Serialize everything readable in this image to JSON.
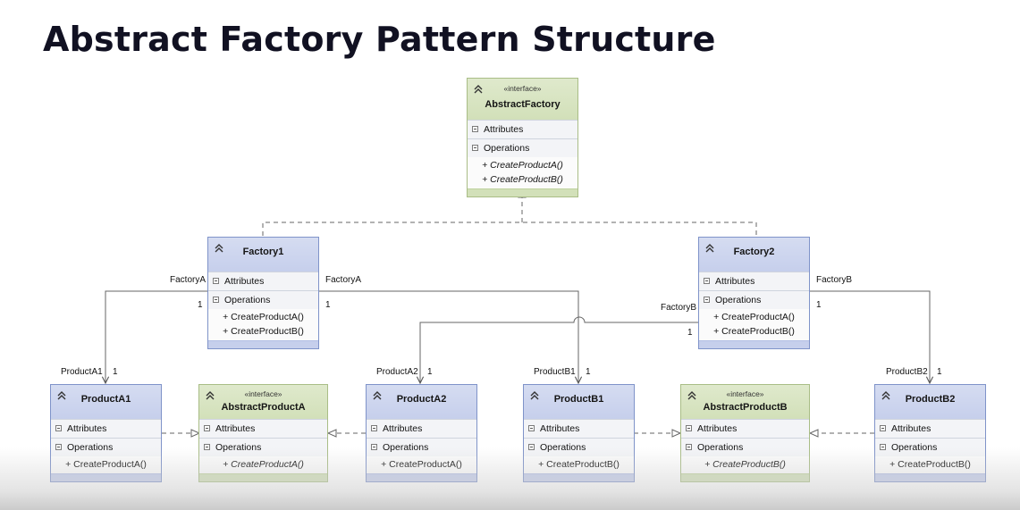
{
  "title": "Abstract Factory Pattern Structure",
  "sections": {
    "attributes": "Attributes",
    "operations": "Operations"
  },
  "stereotype": "«interface»",
  "classes": {
    "abstract_factory": {
      "name": "AbstractFactory",
      "ops": [
        "+ CreateProductA()",
        "+ CreateProductB()"
      ]
    },
    "factory1": {
      "name": "Factory1",
      "ops": [
        "+ CreateProductA()",
        "+ CreateProductB()"
      ]
    },
    "factory2": {
      "name": "Factory2",
      "ops": [
        "+ CreateProductA()",
        "+ CreateProductB()"
      ]
    },
    "product_a1": {
      "name": "ProductA1",
      "ops": [
        "+ CreateProductA()"
      ]
    },
    "abstract_product_a": {
      "name": "AbstractProductA",
      "ops": [
        "+ CreateProductA()"
      ]
    },
    "product_a2": {
      "name": "ProductA2",
      "ops": [
        "+ CreateProductA()"
      ]
    },
    "product_b1": {
      "name": "ProductB1",
      "ops": [
        "+ CreateProductB()"
      ]
    },
    "abstract_product_b": {
      "name": "AbstractProductB",
      "ops": [
        "+ CreateProductB()"
      ]
    },
    "product_b2": {
      "name": "ProductB2",
      "ops": [
        "+ CreateProductB()"
      ]
    }
  },
  "labels": {
    "f1_left_role": "FactoryA",
    "f1_left_mult": "1",
    "f1_right_role": "FactoryA",
    "f1_right_mult": "1",
    "f2_left_role": "FactoryB",
    "f2_left_mult": "1",
    "f2_right_role": "FactoryB",
    "f2_right_mult": "1",
    "a1_role": "ProductA1",
    "a1_mult": "1",
    "a2_role": "ProductA2",
    "a2_mult": "1",
    "b1_role": "ProductB1",
    "b1_mult": "1",
    "b2_role": "ProductB2",
    "b2_mult": "1"
  }
}
